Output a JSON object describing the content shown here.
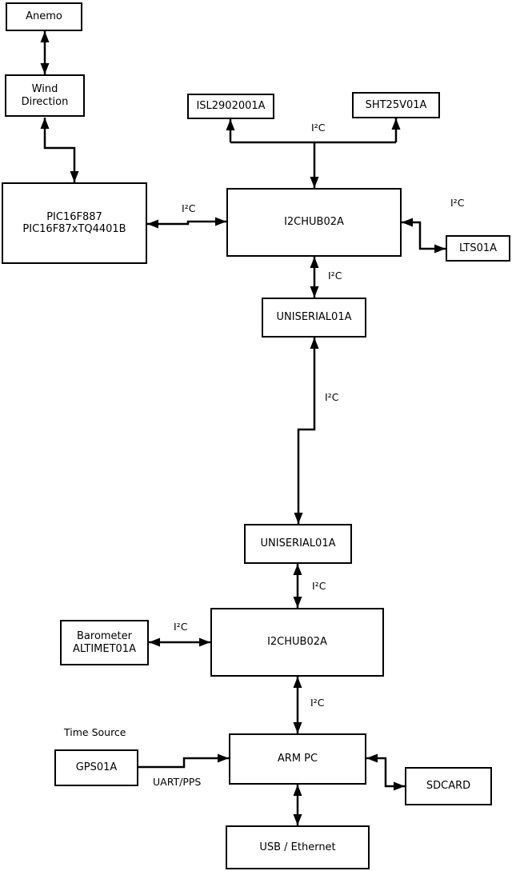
{
  "colors": {
    "background": "#ffffff",
    "line": "#000000",
    "text": "#000000"
  },
  "nodes": {
    "anemo": {
      "label": "Anemo"
    },
    "wind_direction": {
      "line1": "Wind",
      "line2": "Direction"
    },
    "pic": {
      "line1": "PIC16F887",
      "line2": "PIC16F87xTQ4401B"
    },
    "isl": {
      "label": "ISL2902001A"
    },
    "sht": {
      "label": "SHT25V01A"
    },
    "i2c_hub_1": {
      "label": "I2CHUB02A"
    },
    "lts": {
      "label": "LTS01A"
    },
    "uniserial_1": {
      "label": "UNISERIAL01A"
    },
    "uniserial_2": {
      "label": "UNISERIAL01A"
    },
    "i2c_hub_2": {
      "label": "I2CHUB02A"
    },
    "barometer": {
      "line1": "Barometer",
      "line2": "ALTIMET01A"
    },
    "gps": {
      "label": "GPS01A"
    },
    "arm_pc": {
      "label": "ARM PC"
    },
    "sdcard": {
      "label": "SDCARD"
    },
    "usb_ethernet": {
      "label": "USB / Ethernet"
    }
  },
  "edge_labels": {
    "i2c": "I²C",
    "uart_pps": "UART/PPS"
  },
  "captions": {
    "time_source": "Time Source"
  }
}
